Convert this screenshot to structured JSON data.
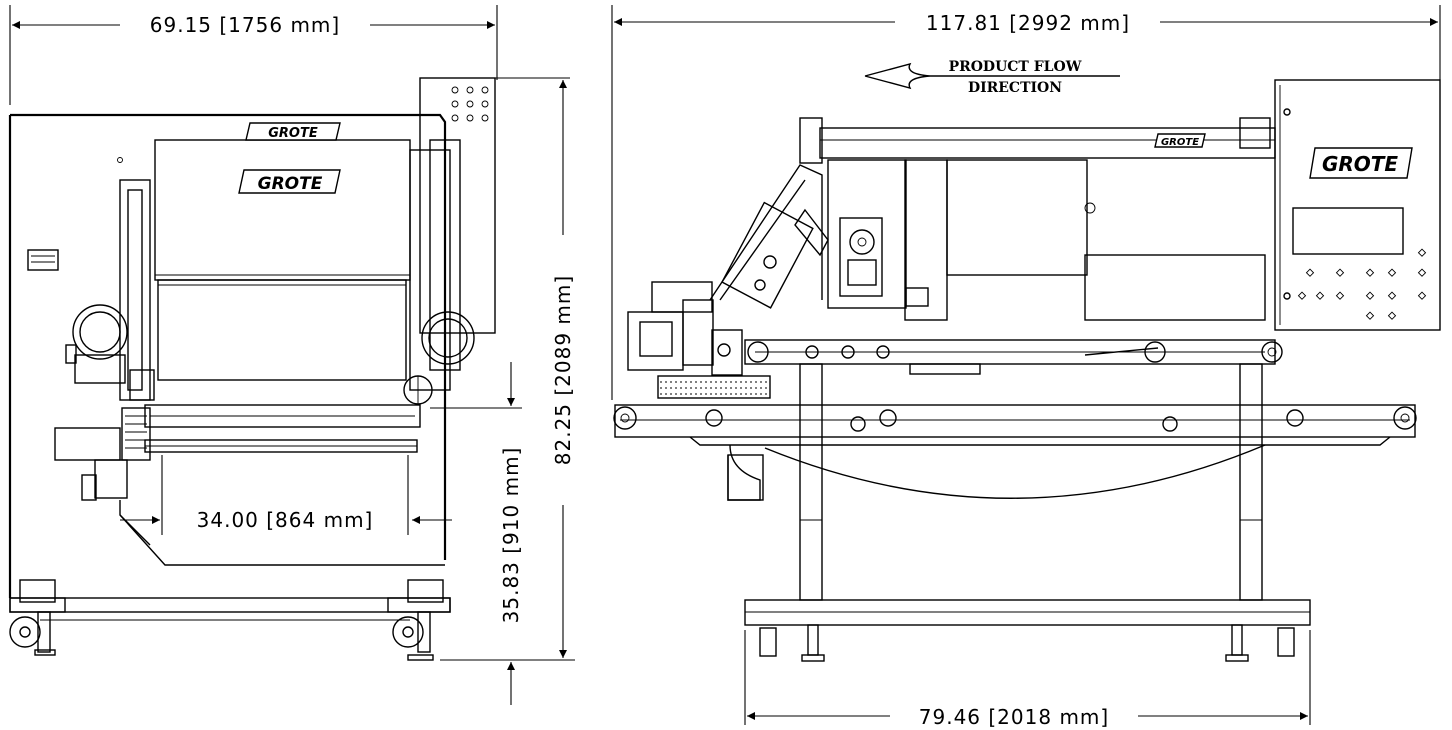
{
  "dimensions": {
    "front_width": "69.15 [1756 mm]",
    "side_width": "117.81 [2992 mm]",
    "inner_width": "34.00 [864 mm]",
    "total_height": "82.25 [2089 mm]",
    "conveyor_height": "35.83 [910 mm]",
    "base_width": "79.46 [2018 mm]"
  },
  "labels": {
    "flow_line1": "PRODUCT FLOW",
    "flow_line2": "DIRECTION"
  },
  "logos": {
    "brand": "GROTE"
  }
}
